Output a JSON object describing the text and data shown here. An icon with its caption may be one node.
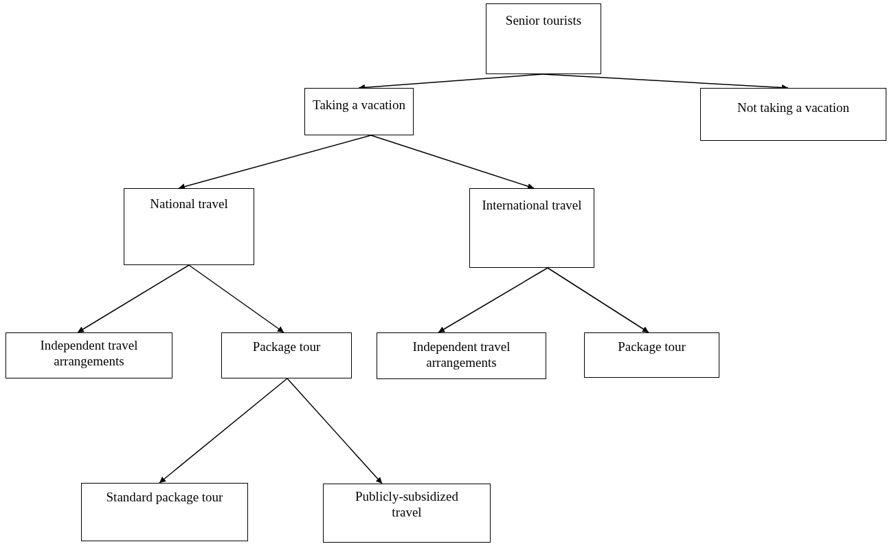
{
  "diagram": {
    "nodes": [
      {
        "text": [
          "Senior tourists"
        ]
      },
      {
        "text": [
          "Taking a vacation"
        ]
      },
      {
        "text": [
          "Not taking a vacation"
        ]
      },
      {
        "text": [
          "National travel"
        ]
      },
      {
        "text": [
          "International travel"
        ]
      },
      {
        "text": [
          "Independent travel arrangements"
        ]
      },
      {
        "text": [
          "Package tour"
        ]
      },
      {
        "text": [
          "Independent travel arrangements"
        ]
      },
      {
        "text": [
          "Package tour"
        ]
      },
      {
        "text": [
          "Standard package tour"
        ]
      },
      {
        "text": [
          "Publicly-subsidized travel"
        ]
      }
    ],
    "edges": [
      {
        "from": 0,
        "to": 1,
        "arrow": "to"
      },
      {
        "from": 0,
        "to": 2,
        "arrow": "to"
      },
      {
        "from": 1,
        "to": 3,
        "arrow": "to"
      },
      {
        "from": 1,
        "to": 4,
        "arrow": "to"
      },
      {
        "from": 3,
        "to": 5,
        "arrow": "to"
      },
      {
        "from": 3,
        "to": 6,
        "arrow": "to"
      },
      {
        "from": 4,
        "to": 7,
        "arrow": "to"
      },
      {
        "from": 4,
        "to": 8,
        "arrow": "to"
      },
      {
        "from": 6,
        "to": 9,
        "arrow": "to"
      },
      {
        "from": 6,
        "to": 10,
        "arrow": "to"
      }
    ]
  }
}
